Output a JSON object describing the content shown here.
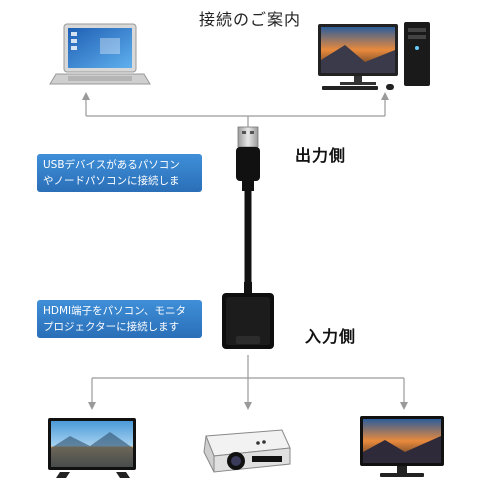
{
  "title": "接続のご案内",
  "callouts": {
    "usb": [
      "USBデバイスがあるパソコン",
      "やノードパソコンに接続しま"
    ],
    "hdmi": [
      "HDMI端子をパソコン、モニタ",
      "プロジェクターに接続します"
    ]
  },
  "labels": {
    "output": "出力側",
    "input": "入力側"
  },
  "devices": {
    "top": [
      "laptop-icon",
      "desktop-pc-icon"
    ],
    "bottom": [
      "television-icon",
      "projector-icon",
      "monitor-icon"
    ]
  },
  "colors": {
    "callout_blue": "#2f7dc8",
    "cable": "#111111",
    "connector_line": "#999999"
  }
}
